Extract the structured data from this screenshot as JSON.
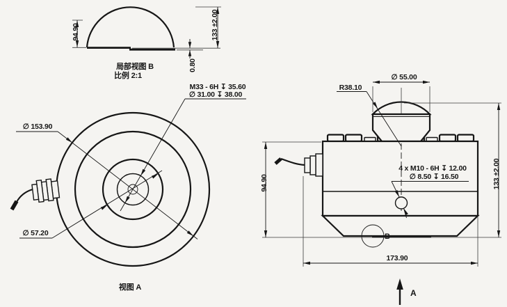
{
  "colors": {
    "background": "#f5f4f1",
    "ink": "#161616"
  },
  "detail_view_b": {
    "title": "局部视图 B",
    "scale_note": "比例 2:1",
    "dim_height": "94.90",
    "dim_step": "0.80",
    "dim_total": "133 ±2.00"
  },
  "view_a": {
    "caption": "视图 A",
    "dim_outer_dia": "∅ 153.90",
    "dim_inner_dia": "∅ 57.20",
    "thread_callout_line1": "M33 - 6H ↧ 35.60",
    "thread_callout_line2": "∅ 31.00 ↧ 38.00"
  },
  "side_view": {
    "dim_cap_radius": "R38.10",
    "dim_cap_dia": "∅ 55.00",
    "dim_body_height": "94.90",
    "dim_total_height": "133 ±2.00",
    "dim_overall_width": "173.90",
    "hole_callout_line1": "4 x M10 - 6H ↧ 12.00",
    "hole_callout_line2": "∅ 8.50 ↧ 16.50",
    "detail_marker": "B",
    "view_label": "A"
  }
}
